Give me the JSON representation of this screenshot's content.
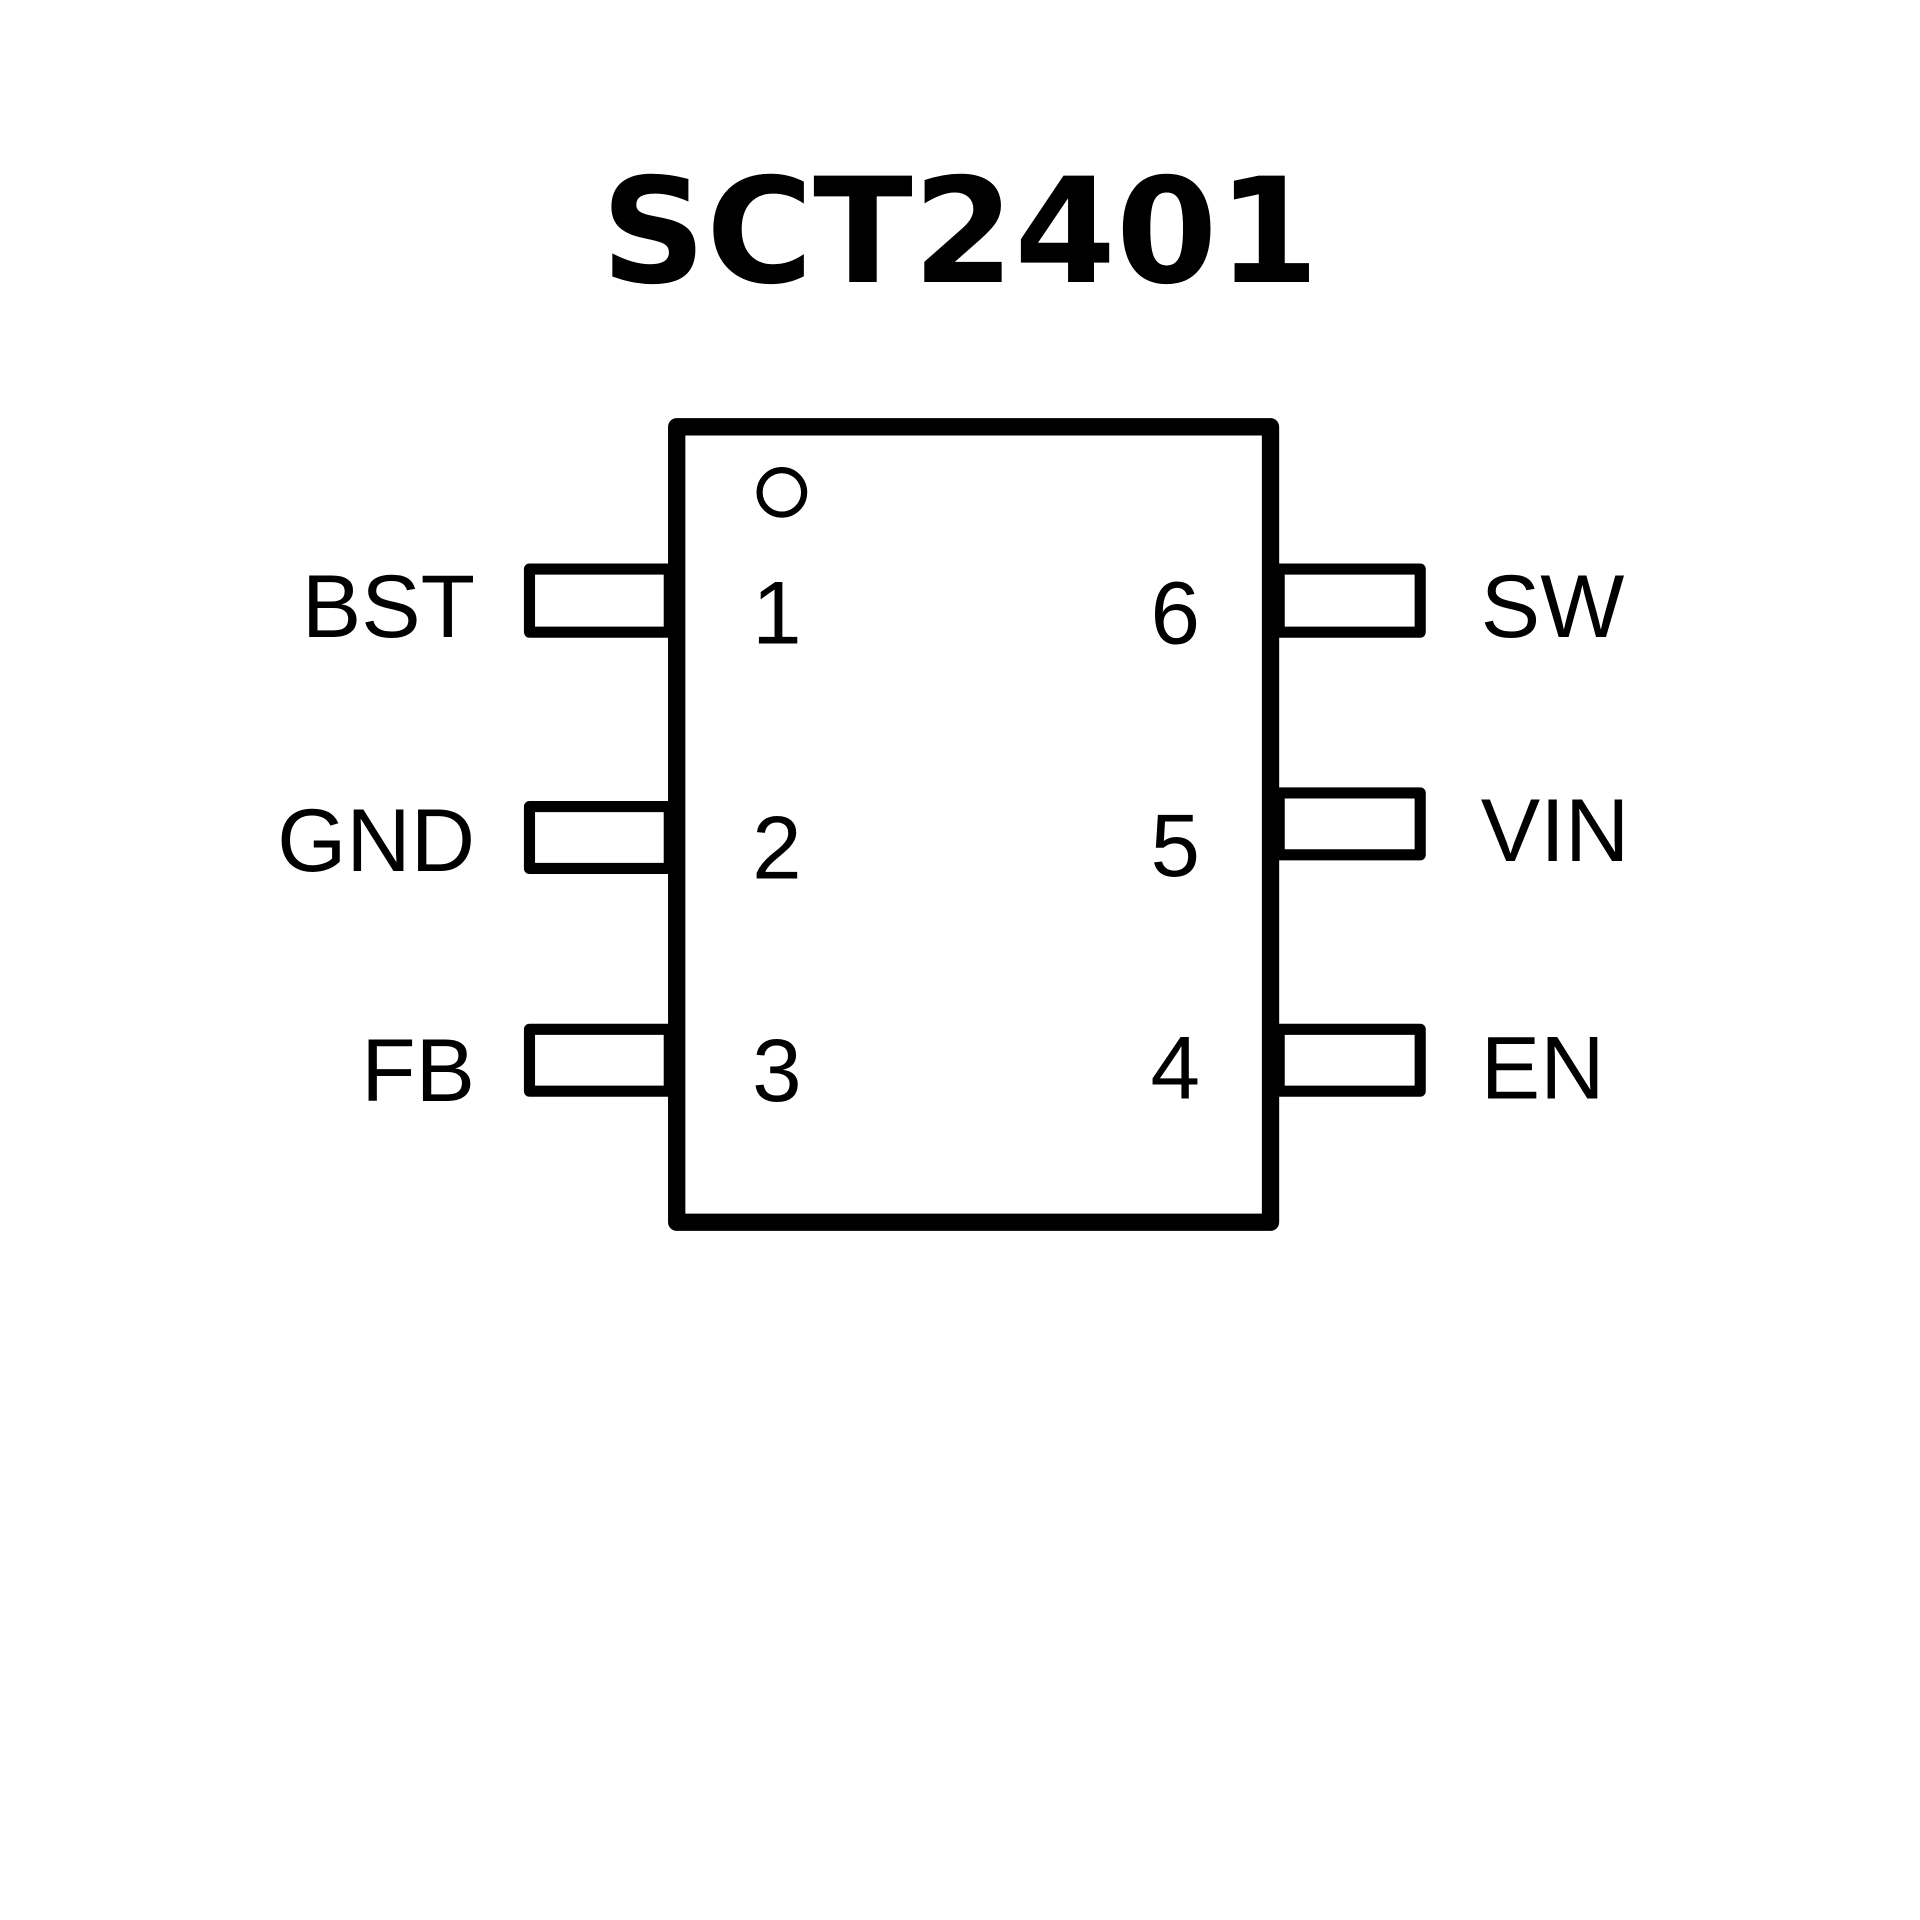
{
  "title": "SCT2401",
  "pins": {
    "left": [
      {
        "number": "1",
        "name": "BST"
      },
      {
        "number": "2",
        "name": "GND"
      },
      {
        "number": "3",
        "name": "FB"
      }
    ],
    "right": [
      {
        "number": "6",
        "name": "SW"
      },
      {
        "number": "5",
        "name": "VIN"
      },
      {
        "number": "4",
        "name": "EN"
      }
    ]
  },
  "colors": {
    "stroke": "#000000",
    "background": "#ffffff"
  }
}
